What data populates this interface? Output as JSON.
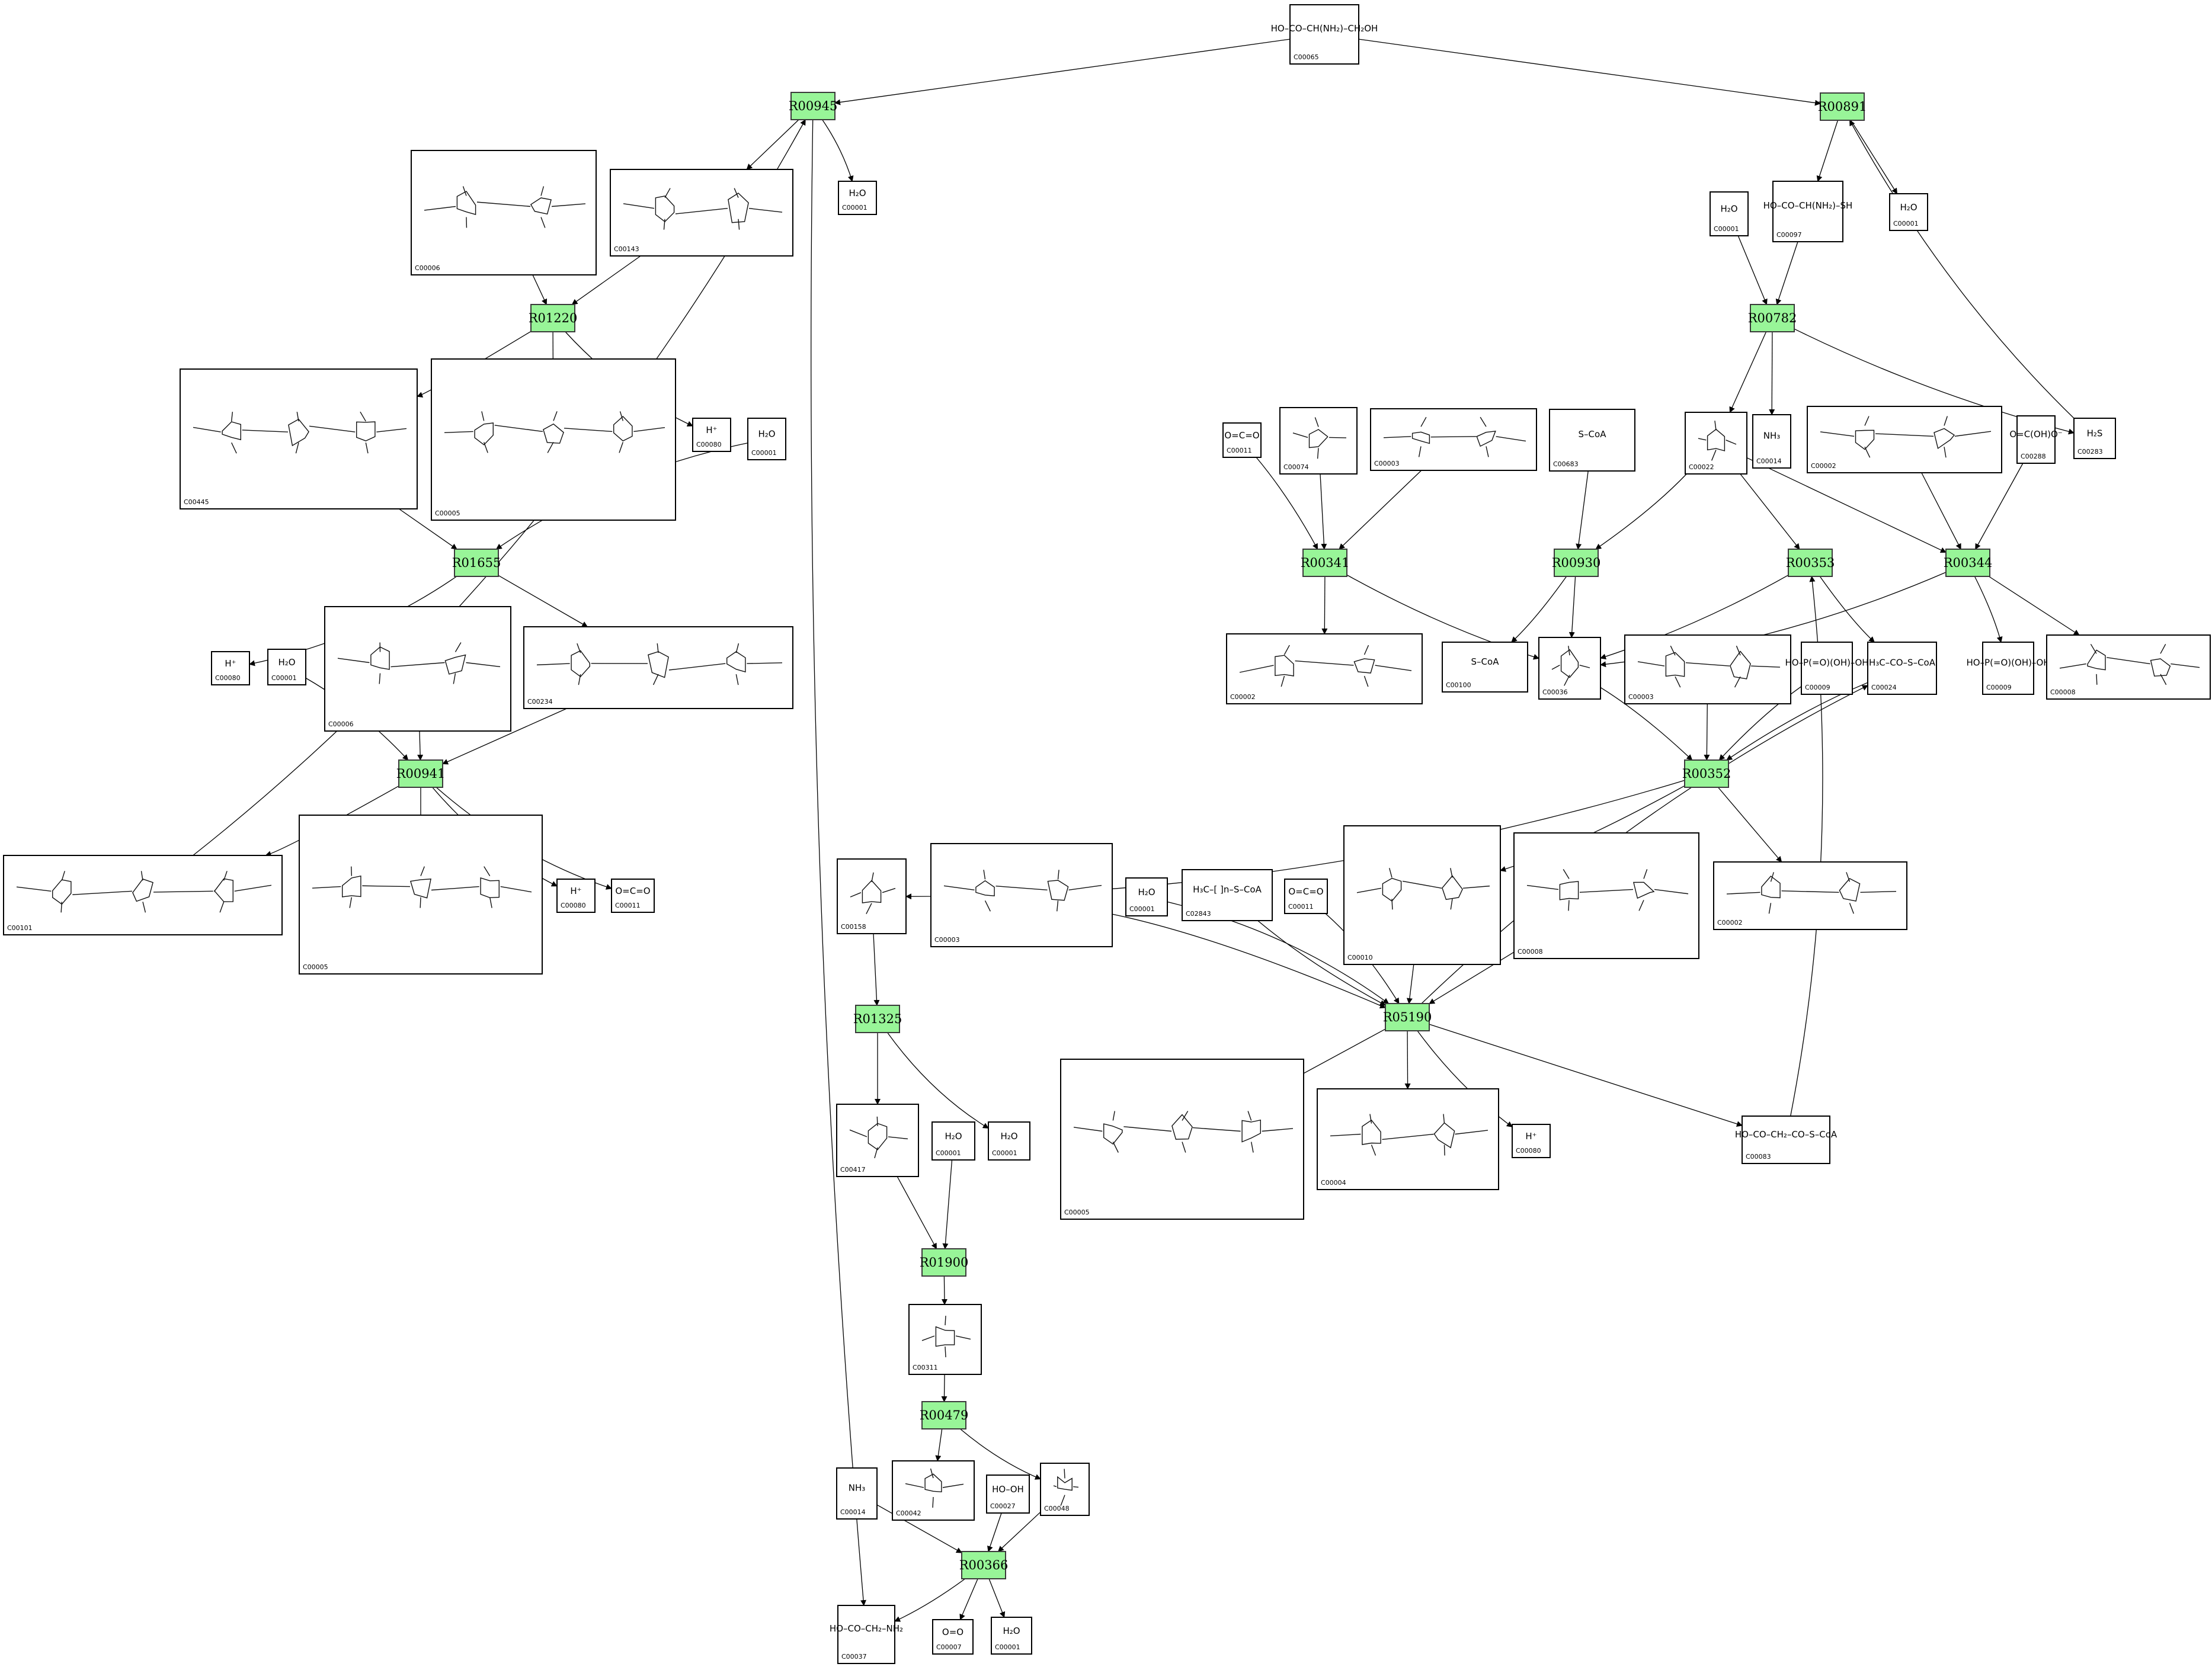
{
  "reactions": [
    {
      "id": "R00945"
    },
    {
      "id": "R00891"
    },
    {
      "id": "R01220"
    },
    {
      "id": "R00782"
    },
    {
      "id": "R01655"
    },
    {
      "id": "R00341"
    },
    {
      "id": "R00930"
    },
    {
      "id": "R00353"
    },
    {
      "id": "R00344"
    },
    {
      "id": "R00941"
    },
    {
      "id": "R00352"
    },
    {
      "id": "R01325"
    },
    {
      "id": "R05190"
    },
    {
      "id": "R01900"
    },
    {
      "id": "R00479"
    },
    {
      "id": "R00366"
    }
  ],
  "compounds": [
    {
      "id": "C00065",
      "formula": "HO–CO–CH(NH₂)–CH₂OH"
    },
    {
      "id": "C00006",
      "formula": ""
    },
    {
      "id": "C00143",
      "formula": ""
    },
    {
      "id": "C00001",
      "formula": "H₂O"
    },
    {
      "id": "C00097",
      "formula": "HO–CO–CH(NH₂)–SH"
    },
    {
      "id": "C00445",
      "formula": ""
    },
    {
      "id": "C00005",
      "formula": ""
    },
    {
      "id": "C00080",
      "formula": "H⁺"
    },
    {
      "id": "C00011",
      "formula": "O=C=O"
    },
    {
      "id": "C00074",
      "formula": ""
    },
    {
      "id": "C00003",
      "formula": ""
    },
    {
      "id": "C00683",
      "formula": "S–CoA"
    },
    {
      "id": "C00022",
      "formula": ""
    },
    {
      "id": "C00014",
      "formula": "NH₃"
    },
    {
      "id": "C00002",
      "formula": ""
    },
    {
      "id": "C00288",
      "formula": "O=C(OH)O⁻"
    },
    {
      "id": "C00283",
      "formula": "H₂S"
    },
    {
      "id": "C00234",
      "formula": ""
    },
    {
      "id": "C00100",
      "formula": "S–CoA"
    },
    {
      "id": "C00036",
      "formula": ""
    },
    {
      "id": "C00009",
      "formula": "HO–P(=O)(OH)–OH"
    },
    {
      "id": "C00024",
      "formula": "H₃C–CO–S–CoA"
    },
    {
      "id": "C00008",
      "formula": ""
    },
    {
      "id": "C00101",
      "formula": ""
    },
    {
      "id": "C00158",
      "formula": ""
    },
    {
      "id": "C02843",
      "formula": "H₃C–[ ]n–S–CoA"
    },
    {
      "id": "C00010",
      "formula": ""
    },
    {
      "id": "C00417",
      "formula": ""
    },
    {
      "id": "C00004",
      "formula": ""
    },
    {
      "id": "C00083",
      "formula": "HO–CO–CH₂–CO–S–CoA"
    },
    {
      "id": "C00311",
      "formula": ""
    },
    {
      "id": "C00042",
      "formula": ""
    },
    {
      "id": "C00027",
      "formula": "HO–OH"
    },
    {
      "id": "C00048",
      "formula": ""
    },
    {
      "id": "C00037",
      "formula": "HO–CO–CH₂–NH₂"
    },
    {
      "id": "C00007",
      "formula": "O=O"
    }
  ]
}
